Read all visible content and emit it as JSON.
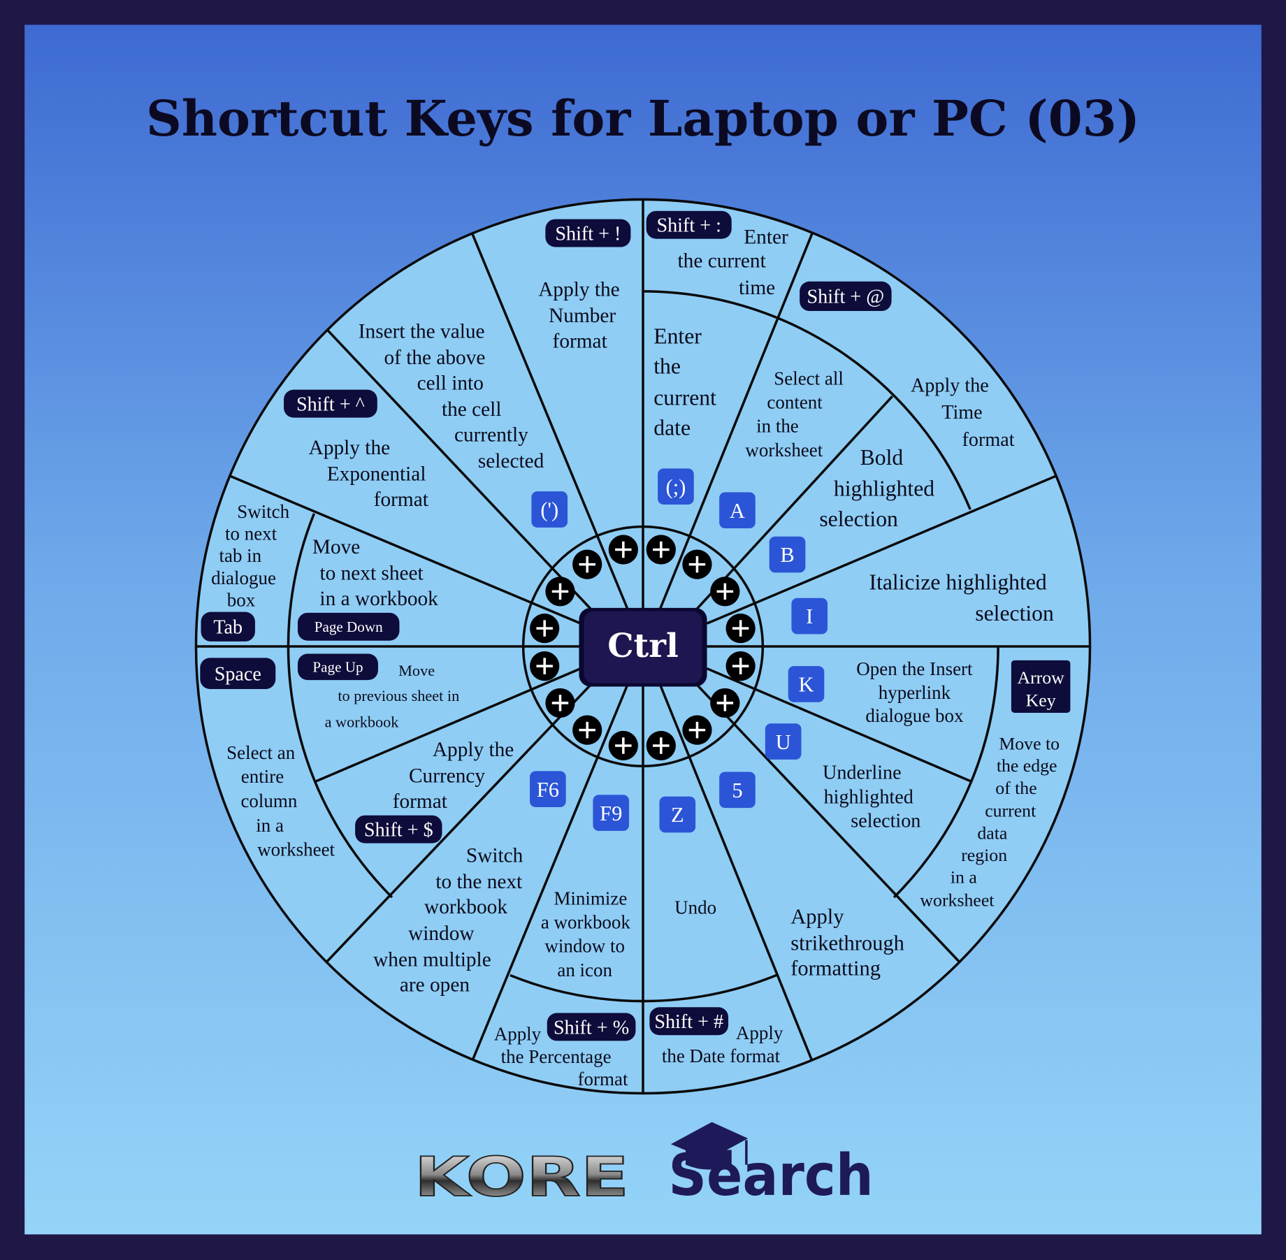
{
  "title": "Shortcut Keys for Laptop or PC (03)",
  "center_key": "Ctrl",
  "plus_icon": "plus-circle-icon",
  "colors": {
    "frame": "#1f1746",
    "gradient_top": "#3e6fd4",
    "gradient_bottom": "#93d3f7",
    "wheel_fill": "#8fcdf5",
    "key_blue": "#2b55d6",
    "key_dark": "#0e0c3a",
    "ctrl": "#1e1650"
  },
  "sectors": [
    {
      "key": "Shift + !",
      "style": "dark",
      "lines": [
        "Apply the",
        "Number",
        "format"
      ]
    },
    {
      "key": "Shift + :",
      "style": "dark",
      "lines": [
        "Enter",
        "the current",
        "time"
      ]
    },
    {
      "key": "(;)",
      "style": "blue",
      "lines": [
        "Enter",
        "the",
        "current",
        "date"
      ]
    },
    {
      "key": "A",
      "style": "blue",
      "lines": [
        "Select all",
        "content",
        "in the",
        "worksheet"
      ]
    },
    {
      "key": "Shift + @",
      "style": "dark",
      "lines": [
        "Apply the",
        "Time",
        "format"
      ]
    },
    {
      "key": "B",
      "style": "blue",
      "lines": [
        "Bold",
        "highlighted",
        "selection"
      ]
    },
    {
      "key": "I",
      "style": "blue",
      "lines": [
        "Italicize highlighted",
        "selection"
      ]
    },
    {
      "key": "Arrow Key",
      "style": "dark",
      "lines": [
        "Move to",
        "the edge",
        "of the",
        "current",
        "data",
        "region",
        "in a",
        "worksheet"
      ]
    },
    {
      "key": "K",
      "style": "blue",
      "lines": [
        "Open the Insert",
        "hyperlink",
        "dialogue box"
      ]
    },
    {
      "key": "U",
      "style": "blue",
      "lines": [
        "Underline",
        "highlighted",
        "selection"
      ]
    },
    {
      "key": "5",
      "style": "blue",
      "lines": [
        "Apply",
        "strikethrough",
        "formatting"
      ]
    },
    {
      "key": "Shift + #",
      "style": "dark",
      "lines": [
        "Apply",
        "the Date format"
      ]
    },
    {
      "key": "Z",
      "style": "blue",
      "lines": [
        "Undo"
      ]
    },
    {
      "key": "F9",
      "style": "blue",
      "lines": [
        "Minimize",
        "a workbook",
        "window to",
        "an icon"
      ]
    },
    {
      "key": "Shift + %",
      "style": "dark",
      "lines": [
        "Apply",
        "the Percentage",
        "format"
      ]
    },
    {
      "key": "F6",
      "style": "blue",
      "lines": [
        "Switch",
        "to the next",
        "workbook",
        "window",
        "when multiple",
        "are open"
      ]
    },
    {
      "key": "Shift + $",
      "style": "dark",
      "lines": [
        "Apply the",
        "Currency",
        "format"
      ]
    },
    {
      "key": "Page Up",
      "style": "dark",
      "lines": [
        "Move",
        "to previous sheet in",
        "a workbook"
      ]
    },
    {
      "key": "Space",
      "style": "dark",
      "lines": [
        "Select an",
        "entire",
        "column",
        "in a",
        "worksheet"
      ]
    },
    {
      "key": "Tab",
      "style": "dark",
      "lines": [
        "Switch",
        "to next",
        "tab in",
        "dialogue",
        "box"
      ]
    },
    {
      "key": "Page Down",
      "style": "dark",
      "lines": [
        "Move",
        "to next sheet",
        "in a workbook"
      ]
    },
    {
      "key": "Shift + ^",
      "style": "dark",
      "lines": [
        "Apply the",
        "Exponential",
        "format"
      ]
    },
    {
      "key": "(')",
      "style": "blue",
      "lines": [
        "Insert the value",
        "of the above",
        "cell into",
        "the cell",
        "currently",
        "selected"
      ]
    }
  ],
  "logo": {
    "left": "KORE",
    "right": "Search"
  }
}
